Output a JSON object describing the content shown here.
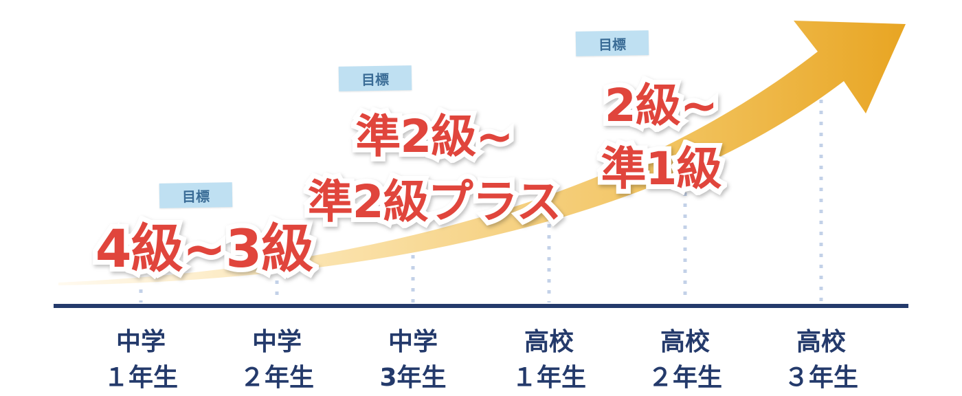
{
  "colors": {
    "goal_text": "#e0453c",
    "axis": "#243a6b",
    "tag_bg": "#bfe0f2",
    "tag_text": "#3a6c96",
    "arrow_start": "#fdf0cc",
    "arrow_end": "#e8a523",
    "guide": "#c3d1e8"
  },
  "goals": [
    {
      "tag": "目標",
      "lines": [
        "4級~3級"
      ]
    },
    {
      "tag": "目標",
      "lines": [
        "準2級~",
        "準2級プラス"
      ]
    },
    {
      "tag": "目標",
      "lines": [
        "2級~",
        "準1級"
      ]
    }
  ],
  "years": [
    {
      "school": "中学",
      "grade": "１年生"
    },
    {
      "school": "中学",
      "grade": "２年生"
    },
    {
      "school": "中学",
      "grade": "3年生"
    },
    {
      "school": "高校",
      "grade": "１年生"
    },
    {
      "school": "高校",
      "grade": "２年生"
    },
    {
      "school": "高校",
      "grade": "３年生"
    }
  ]
}
